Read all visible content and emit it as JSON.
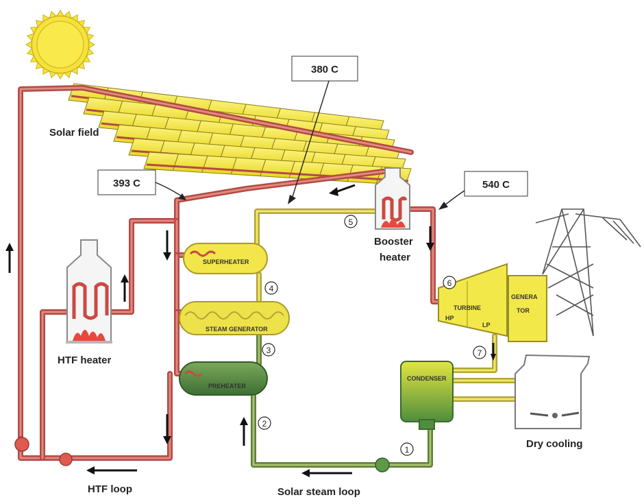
{
  "labels": {
    "solar_field": "Solar field",
    "htf_heater": "HTF heater",
    "htf_loop": "HTF loop",
    "solar_steam_loop": "Solar steam loop",
    "booster_heater_line1": "Booster",
    "booster_heater_line2": "heater",
    "dry_cooling": "Dry cooling"
  },
  "temperatures": {
    "t380": "380 C",
    "t393": "393 C",
    "t540": "540 C"
  },
  "components": {
    "superheater": "SUPERHEATER",
    "steam_generator": "STEAM GENERATOR",
    "preheater": "PREHEATER",
    "turbine": "TURBINE",
    "hp": "HP",
    "lp": "LP",
    "generator_line1": "GENERA",
    "generator_line2": "TOR",
    "condenser": "CONDENSER"
  },
  "state_points": {
    "p1": "1",
    "p2": "2",
    "p3": "3",
    "p4": "4",
    "p5": "5",
    "p6": "6",
    "p7": "7"
  },
  "colors": {
    "htf_pipe": "#b34a44",
    "steam_pipe": "#b3a33a",
    "water_pipe": "#5f7f3a",
    "mirror": "#f5e83a",
    "sun": "#f6e23b"
  }
}
